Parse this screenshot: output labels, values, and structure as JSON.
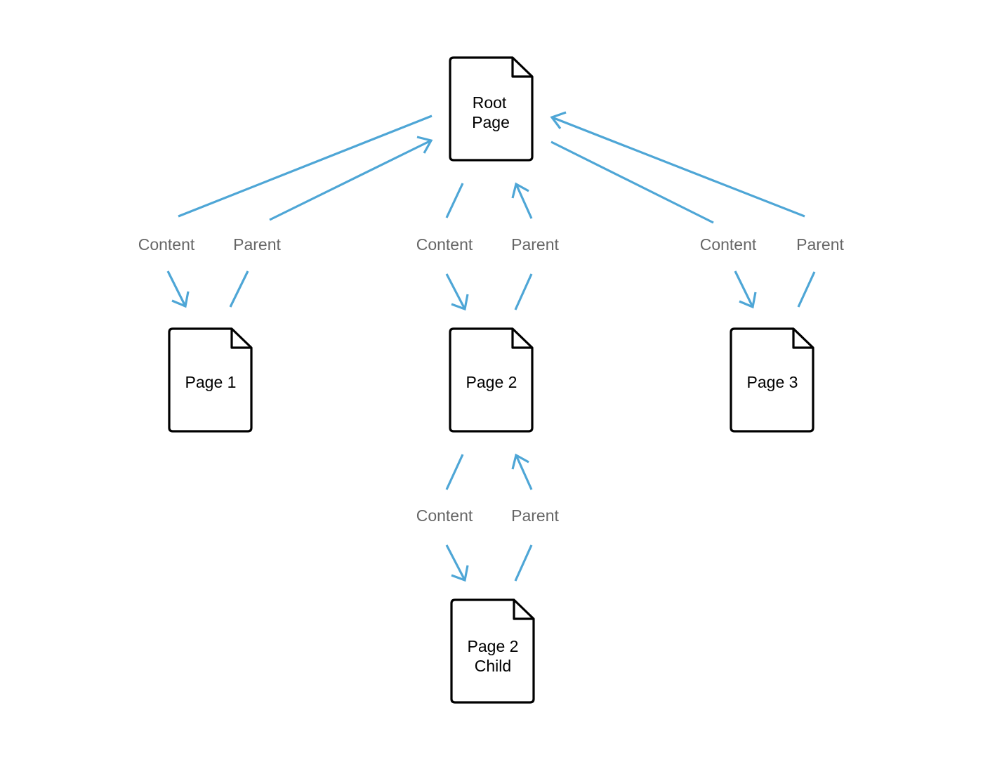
{
  "colors": {
    "arrow": "#4ea6d6",
    "page_border": "#000000",
    "page_fill": "#ffffff",
    "edge_label": "#666666",
    "background": "#ffffff"
  },
  "icons": {
    "page": "document-page-icon",
    "arrow": "arrow-icon"
  },
  "nodes": {
    "root": {
      "lines": [
        "Root",
        "Page"
      ]
    },
    "page1": {
      "lines": [
        "Page 1"
      ]
    },
    "page2": {
      "lines": [
        "Page 2"
      ]
    },
    "page3": {
      "lines": [
        "Page 3"
      ]
    },
    "page2child": {
      "lines": [
        "Page 2",
        "Child"
      ]
    }
  },
  "edges": {
    "page1": {
      "content_label": "Content",
      "parent_label": "Parent"
    },
    "page2": {
      "content_label": "Content",
      "parent_label": "Parent"
    },
    "page3": {
      "content_label": "Content",
      "parent_label": "Parent"
    },
    "page2child": {
      "content_label": "Content",
      "parent_label": "Parent"
    }
  }
}
